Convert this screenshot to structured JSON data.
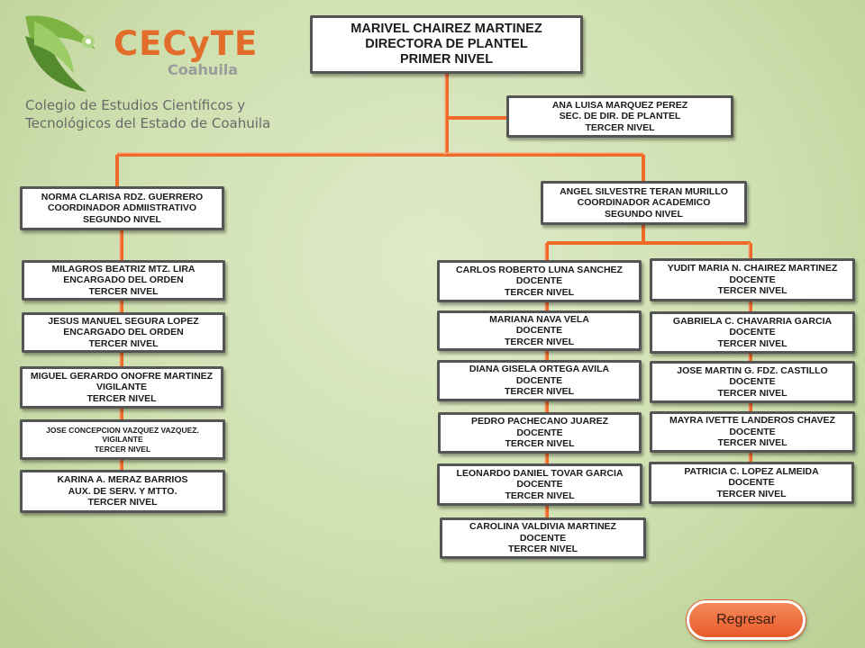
{
  "logo": {
    "brand": "CECyTE",
    "subtitle": "Coahuila",
    "institution_line1": "Colegio de Estudios Científicos y",
    "institution_line2": "Tecnológicos del Estado de Coahuila"
  },
  "nodes": {
    "director": [
      "MARIVEL CHAIREZ MARTINEZ",
      "DIRECTORA DE PLANTEL",
      "PRIMER  NIVEL"
    ],
    "secretary": [
      "ANA LUISA MARQUEZ PEREZ",
      "SEC. DE DIR. DE PLANTEL",
      "TERCER NIVEL"
    ],
    "admin_coordinator": [
      "NORMA CLARISA RDZ. GUERRERO",
      "COORDINADOR ADMIISTRATIVO",
      "SEGUNDO NIVEL"
    ],
    "academic_coordinator": [
      "ANGEL SILVESTRE TERAN MURILLO",
      "COORDINADOR ACADEMICO",
      "SEGUNDO NIVEL"
    ],
    "admin_staff": [
      [
        "MILAGROS BEATRIZ MTZ. LIRA",
        "ENCARGADO DEL ORDEN",
        "TERCER NIVEL"
      ],
      [
        "JESUS MANUEL SEGURA LOPEZ",
        "ENCARGADO DEL ORDEN",
        "TERCER NIVEL"
      ],
      [
        "MIGUEL GERARDO ONOFRE MARTINEZ",
        "VIGILANTE",
        "TERCER NIVEL"
      ],
      [
        "JOSE CONCEPCION VAZQUEZ VAZQUEZ.",
        "VIGILANTE",
        "TERCER NIVEL"
      ],
      [
        "KARINA A. MERAZ BARRIOS",
        "AUX. DE SERV. Y MTTO.",
        "TERCER NIVEL"
      ]
    ],
    "teachers_left": [
      [
        "CARLOS ROBERTO LUNA SANCHEZ",
        "DOCENTE",
        "TERCER NIVEL"
      ],
      [
        "MARIANA NAVA VELA",
        "DOCENTE",
        "TERCER NIVEL"
      ],
      [
        "DIANA GISELA ORTEGA AVILA",
        "DOCENTE",
        "TERCER NIVEL"
      ],
      [
        "PEDRO PACHECANO JUAREZ",
        "DOCENTE",
        "TERCER NIVEL"
      ],
      [
        "LEONARDO DANIEL TOVAR GARCIA",
        "DOCENTE",
        "TERCER NIVEL"
      ],
      [
        "CAROLINA VALDIVIA MARTINEZ",
        "DOCENTE",
        "TERCER NIVEL"
      ]
    ],
    "teachers_right": [
      [
        "YUDIT MARIA N. CHAIREZ MARTINEZ",
        "DOCENTE",
        "TERCER NIVEL"
      ],
      [
        "GABRIELA  C. CHAVARRIA GARCIA",
        "DOCENTE",
        "TERCER NIVEL"
      ],
      [
        "JOSE MARTIN G. FDZ. CASTILLO",
        "DOCENTE",
        "TERCER NIVEL"
      ],
      [
        "MAYRA IVETTE LANDEROS CHAVEZ",
        "DOCENTE",
        "TERCER NIVEL"
      ],
      [
        "PATRICIA C. LOPEZ ALMEIDA",
        "DOCENTE",
        "TERCER NIVEL"
      ]
    ]
  },
  "back_button": {
    "label": "Regresar"
  },
  "colors": {
    "connector": "#f06a2a",
    "button": "#ee6a36",
    "brand": "#e26d2b",
    "background": "#cfe0b0"
  }
}
